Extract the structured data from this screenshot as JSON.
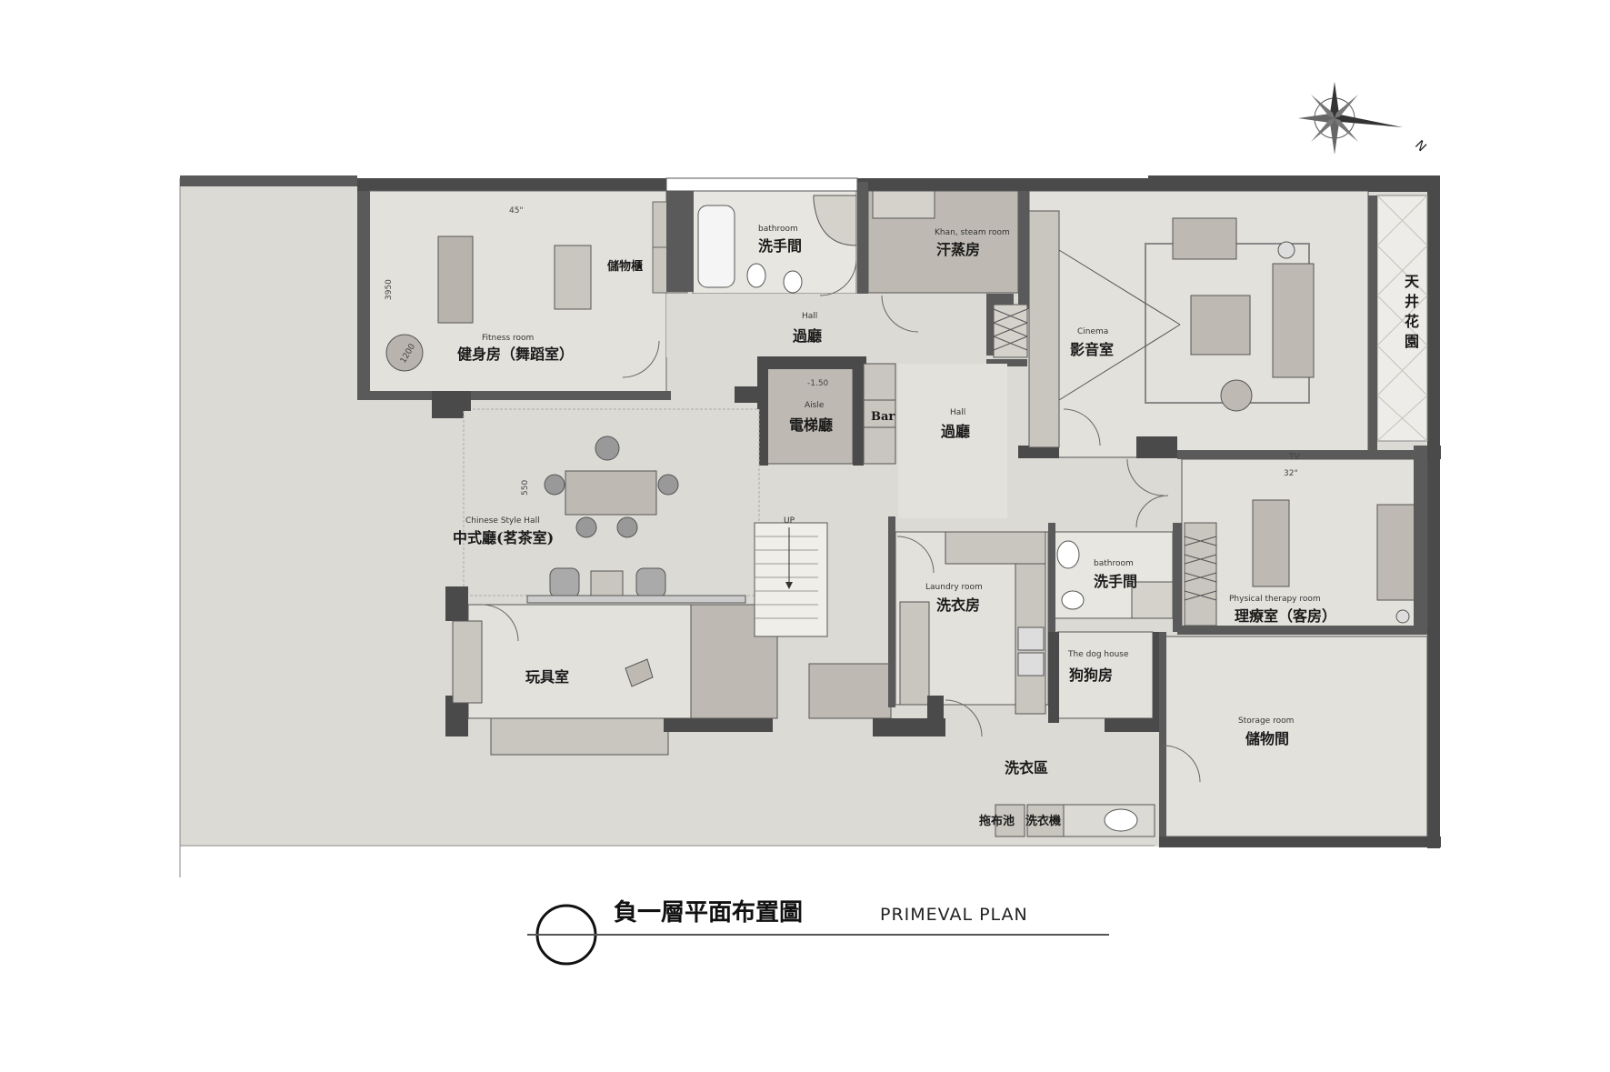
{
  "compass": {
    "north_label": "N"
  },
  "rooms": {
    "fitness_en": "Fitness room",
    "fitness_zh": "健身房（舞蹈室）",
    "storage_cabinet_zh": "儲物櫃",
    "bathroom1_en": "bathroom",
    "bathroom1_zh": "洗手間",
    "steam_en": "Khan, steam room",
    "steam_zh": "汗蒸房",
    "cinema_en": "Cinema",
    "cinema_zh": "影音室",
    "courtyard_zh": "天井花園",
    "hall1_en": "Hall",
    "hall1_zh": "過廳",
    "aisle_en": "Aisle",
    "aisle_zh": "電梯廳",
    "aisle_level": "-1.50",
    "bar": "Bar",
    "hall2_en": "Hall",
    "hall2_zh": "過廳",
    "chinese_en": "Chinese Style Hall",
    "chinese_zh": "中式廳(茗茶室)",
    "toy_zh": "玩具室",
    "up": "UP",
    "laundry_en": "Laundry room",
    "laundry_zh": "洗衣房",
    "bathroom2_en": "bathroom",
    "bathroom2_zh": "洗手間",
    "therapy_en": "Physical therapy room",
    "therapy_zh": "理療室（客房）",
    "dog_en": "The dog house",
    "dog_zh": "狗狗房",
    "storage_en": "Storage room",
    "storage_zh": "儲物間",
    "laundry_area_zh": "洗衣區",
    "mop_zh": "拖布池",
    "washer_zh": "洗衣機"
  },
  "dimensions": {
    "tv1": "45\"",
    "h3950": "3950",
    "d1200": "1200",
    "tv2": "32\"",
    "w550": "550",
    "tv_label": "TV"
  },
  "title": {
    "zh": "負一層平面布置圖",
    "en": "PRIMEVAL PLAN"
  }
}
